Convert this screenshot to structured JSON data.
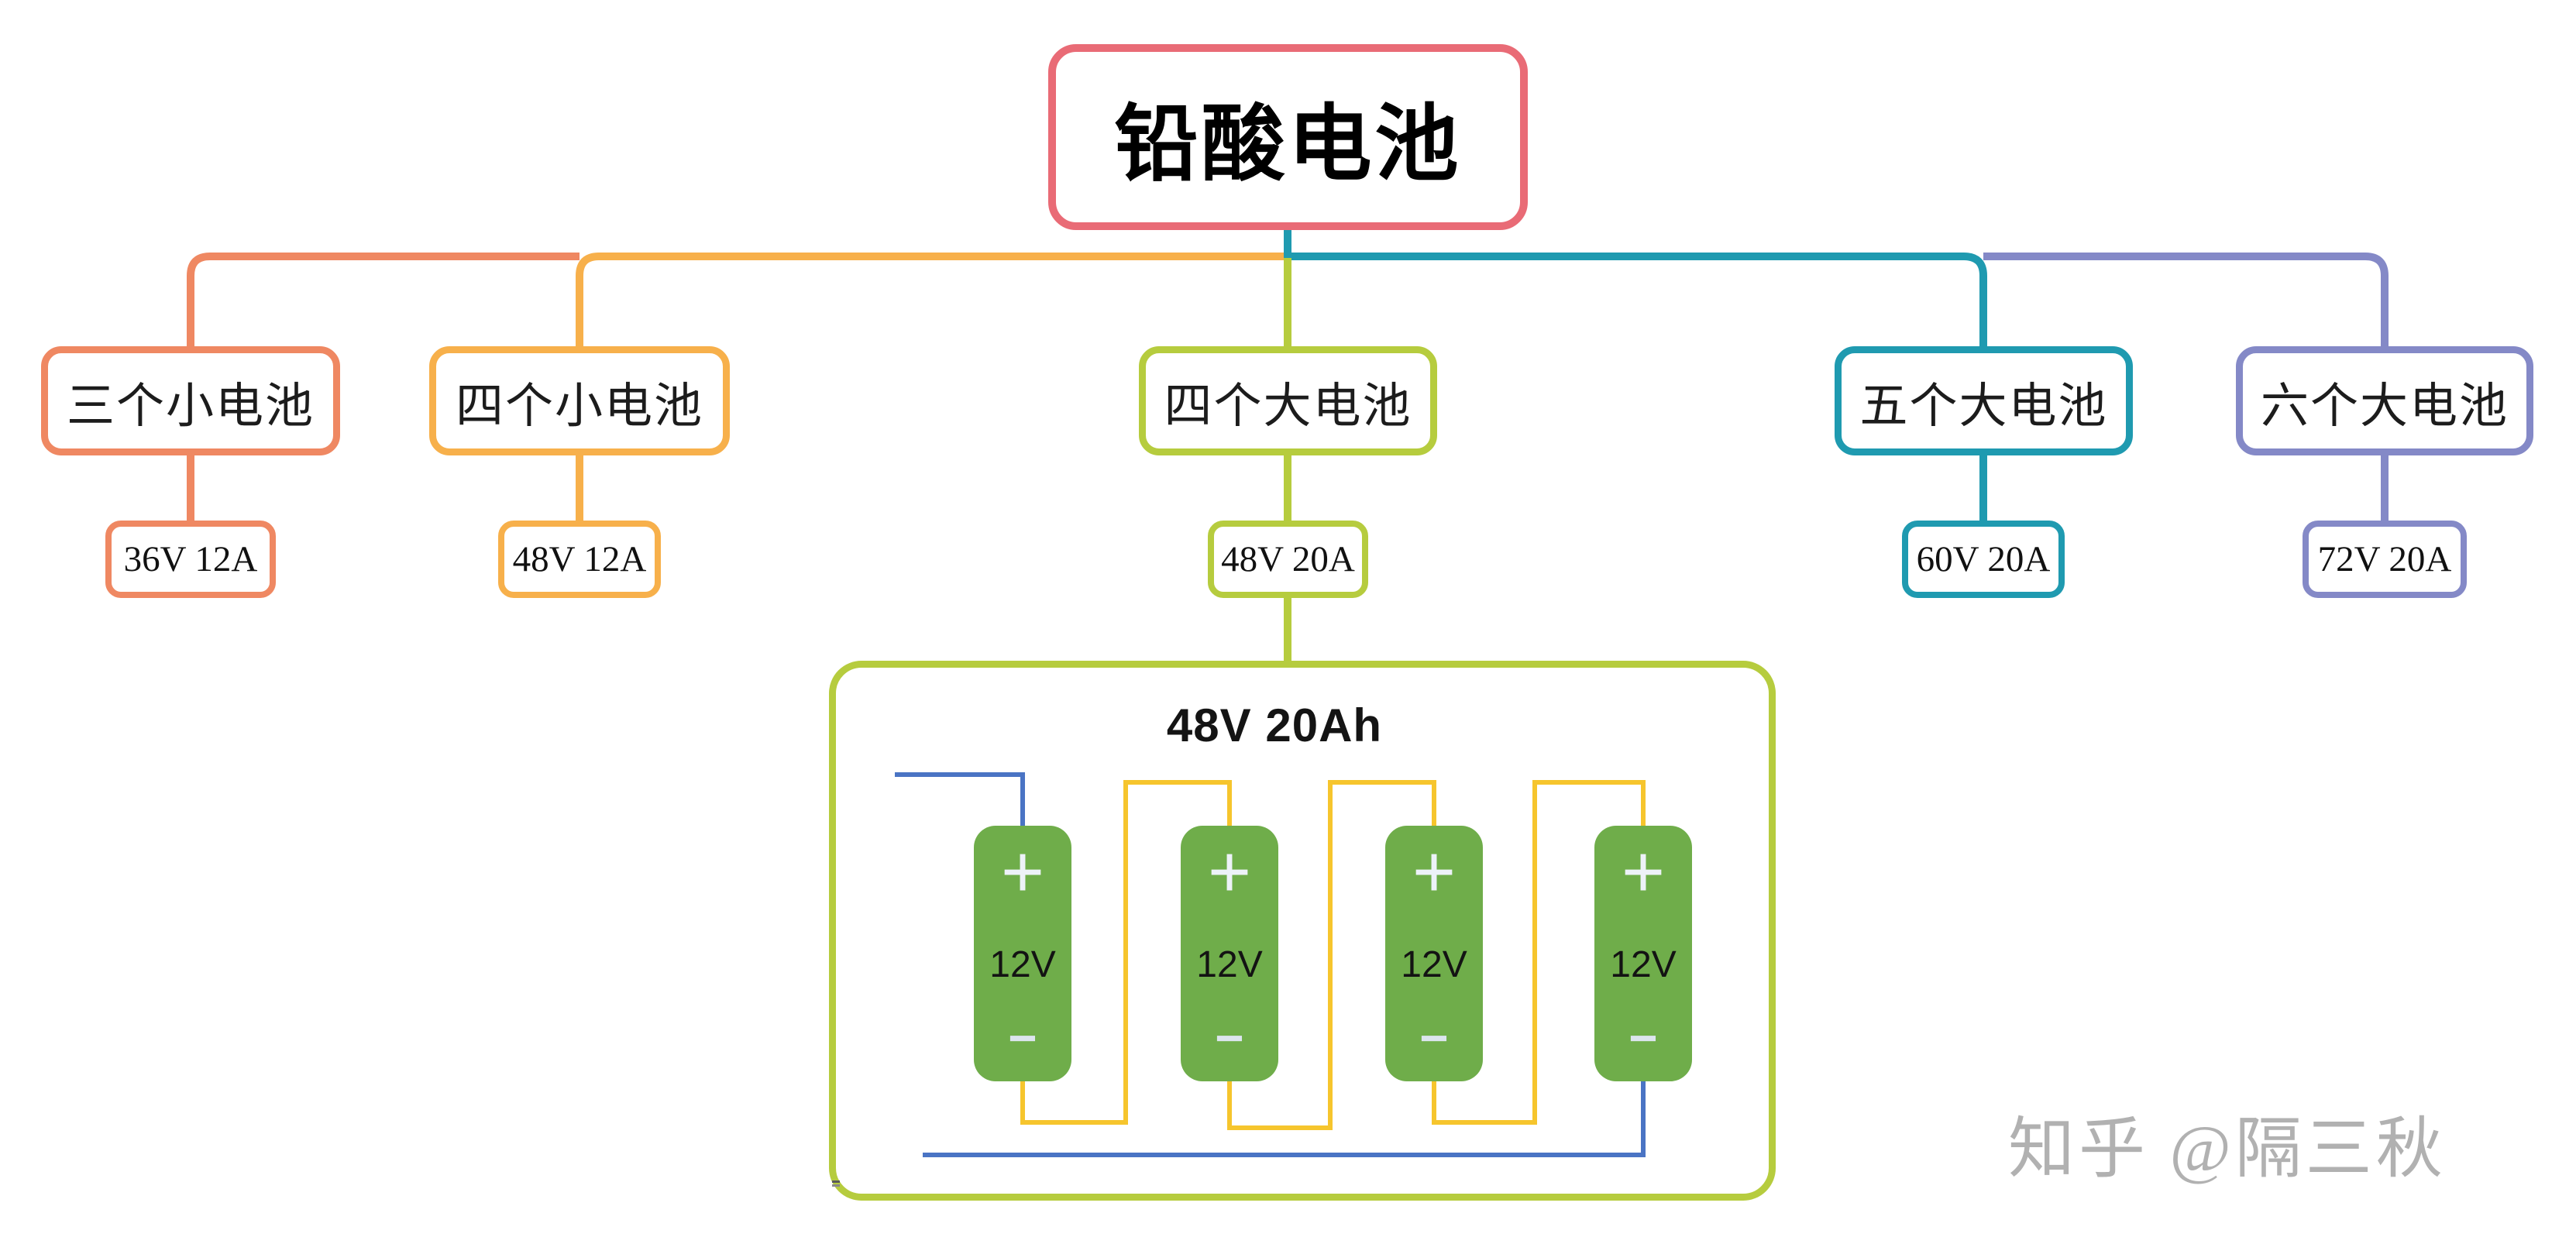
{
  "diagram": {
    "root": {
      "label": "铅酸电池"
    },
    "branches": [
      {
        "label": "三个小电池",
        "spec": "36V 12A",
        "color": "#ef8862"
      },
      {
        "label": "四个小电池",
        "spec": "48V 12A",
        "color": "#f7b04b"
      },
      {
        "label": "四个大电池",
        "spec": "48V 20A",
        "color": "#b6cc3e"
      },
      {
        "label": "五个大电池",
        "spec": "60V 20A",
        "color": "#1f9ab0"
      },
      {
        "label": "六个大电池",
        "spec": "72V 20A",
        "color": "#8489c7"
      }
    ],
    "detail": {
      "title": "48V 20Ah",
      "batteries": [
        {
          "positive": "+",
          "voltage": "12V",
          "negative": "−"
        },
        {
          "positive": "+",
          "voltage": "12V",
          "negative": "−"
        },
        {
          "positive": "+",
          "voltage": "12V",
          "negative": "−"
        },
        {
          "positive": "+",
          "voltage": "12V",
          "negative": "−"
        }
      ]
    },
    "watermark": "知乎 @隔三秋",
    "palette": {
      "root_border": "#e96b76",
      "branch_1": "#ef8862",
      "branch_2": "#f7b04b",
      "branch_3": "#b6cc3e",
      "branch_4": "#1f9ab0",
      "branch_5": "#8489c7",
      "battery_fill": "#6fad4a",
      "series_wire": "#f6c52d",
      "terminal_wire": "#4a74c4",
      "watermark_gray": "#b1b1b1"
    }
  }
}
